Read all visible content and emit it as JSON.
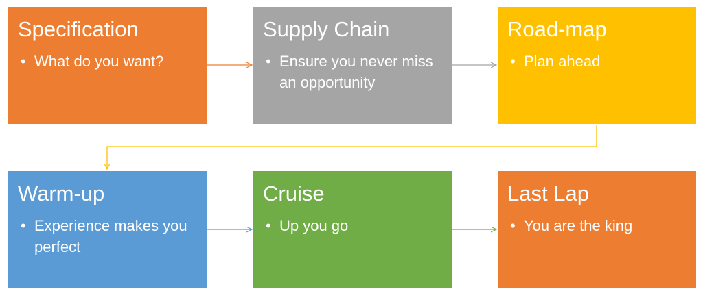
{
  "steps": [
    {
      "title": "Specification",
      "bullets": [
        "What do you want?"
      ],
      "color": "#ED7D31"
    },
    {
      "title": "Supply Chain",
      "bullets": [
        "Ensure you never miss an opportunity"
      ],
      "color": "#A5A5A5"
    },
    {
      "title": "Road-map",
      "bullets": [
        "Plan ahead"
      ],
      "color": "#FFC000"
    },
    {
      "title": "Warm-up",
      "bullets": [
        "Experience makes you perfect"
      ],
      "color": "#5B9BD5"
    },
    {
      "title": "Cruise",
      "bullets": [
        "Up you go"
      ],
      "color": "#70AD47"
    },
    {
      "title": "Last Lap",
      "bullets": [
        "You are the king"
      ],
      "color": "#ED7D31"
    }
  ]
}
